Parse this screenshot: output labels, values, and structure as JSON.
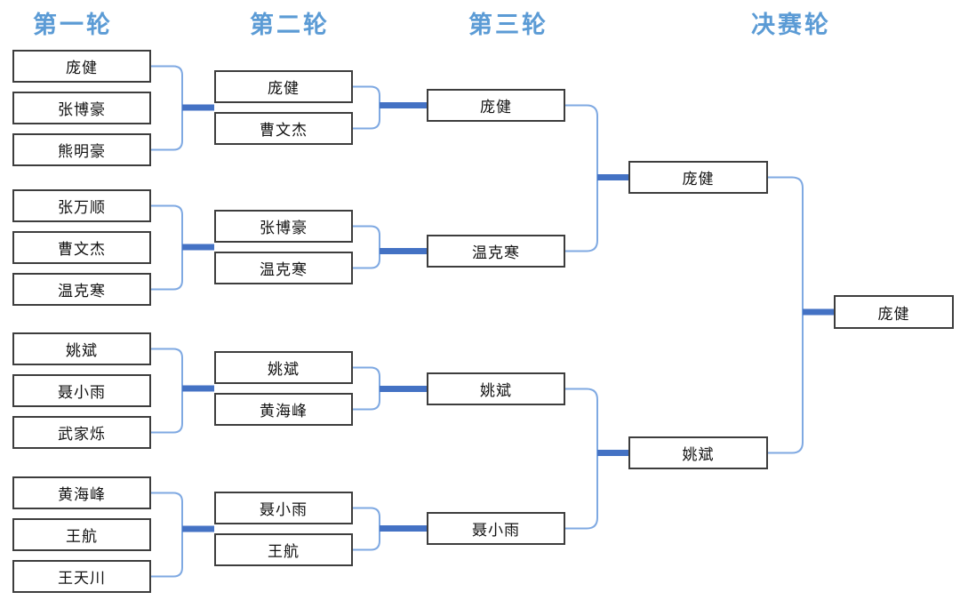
{
  "headers": [
    {
      "label": "第一轮"
    },
    {
      "label": "第二轮"
    },
    {
      "label": "第三轮"
    },
    {
      "label": "决赛轮"
    }
  ],
  "round1_groups": [
    [
      "庞健",
      "张博豪",
      "熊明豪"
    ],
    [
      "张万顺",
      "曹文杰",
      "温克寒"
    ],
    [
      "姚斌",
      "聂小雨",
      "武家烁"
    ],
    [
      "黄海峰",
      "王航",
      "王天川"
    ]
  ],
  "round2_matches": [
    [
      "庞健",
      "曹文杰"
    ],
    [
      "张博豪",
      "温克寒"
    ],
    [
      "姚斌",
      "黄海峰"
    ],
    [
      "聂小雨",
      "王航"
    ]
  ],
  "round3_winners": [
    "庞健",
    "温克寒",
    "姚斌",
    "聂小雨"
  ],
  "final_players": [
    "庞健",
    "姚斌"
  ],
  "champion": "庞健",
  "colors": {
    "header_text": "#5B9BD5",
    "thick_line": "#4472C4",
    "thin_line": "#7FA9E2",
    "box_border": "#3d3d3d"
  }
}
